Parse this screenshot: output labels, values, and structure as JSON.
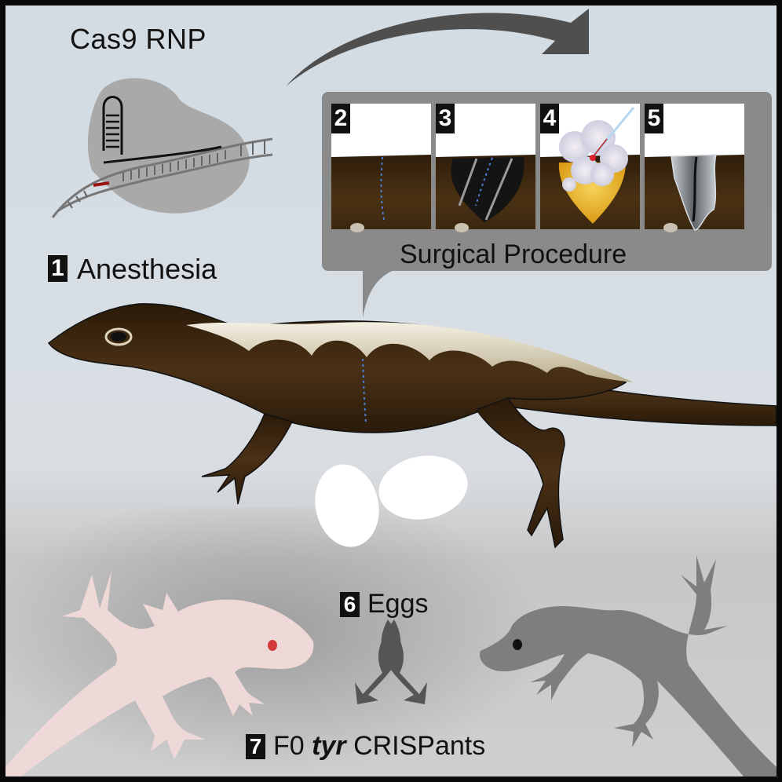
{
  "figure": {
    "title": "Cas9 RNP",
    "steps": [
      {
        "number": "1",
        "label": "Anesthesia"
      },
      {
        "number": "2",
        "label": ""
      },
      {
        "number": "3",
        "label": ""
      },
      {
        "number": "4",
        "label": ""
      },
      {
        "number": "5",
        "label": ""
      },
      {
        "number": "6",
        "label": "Eggs"
      },
      {
        "number": "7",
        "label_prefix": "F0",
        "label_italic": "tyr",
        "label_suffix": "CRISPants"
      }
    ],
    "surgical_caption": "Surgical Procedure"
  },
  "colors": {
    "background_top": "#d3dce3",
    "frame_border": "#0a0a0a",
    "arrow_gray": "#4f4f4f",
    "panel_frame_gray": "#8a8a8a",
    "lizard_brown": "#3a2610",
    "lizard_stripe": "#e6e0cc",
    "incision_blue": "#4a7fd6",
    "albino_pink": "#efd8d8",
    "albino_eye_red": "#d23a3a",
    "wildtype_gray": "#7e7e7e",
    "egg_white": "#ffffff",
    "cas9_protein_gray": "#a6a6a6",
    "pam_red": "#9b1515",
    "yolk_yellow": "#e8ad22"
  },
  "icons": {
    "process_arrow": "curved-arrow-right",
    "split_arrows": "split-arrows-down",
    "cas9": "cas9-rnp-complex",
    "adult_lizard": "brown-anole-lizard",
    "albino_lizard": "albino-lizard-silhouette",
    "wildtype_lizard": "gray-lizard-silhouette",
    "eggs": "eggs"
  }
}
